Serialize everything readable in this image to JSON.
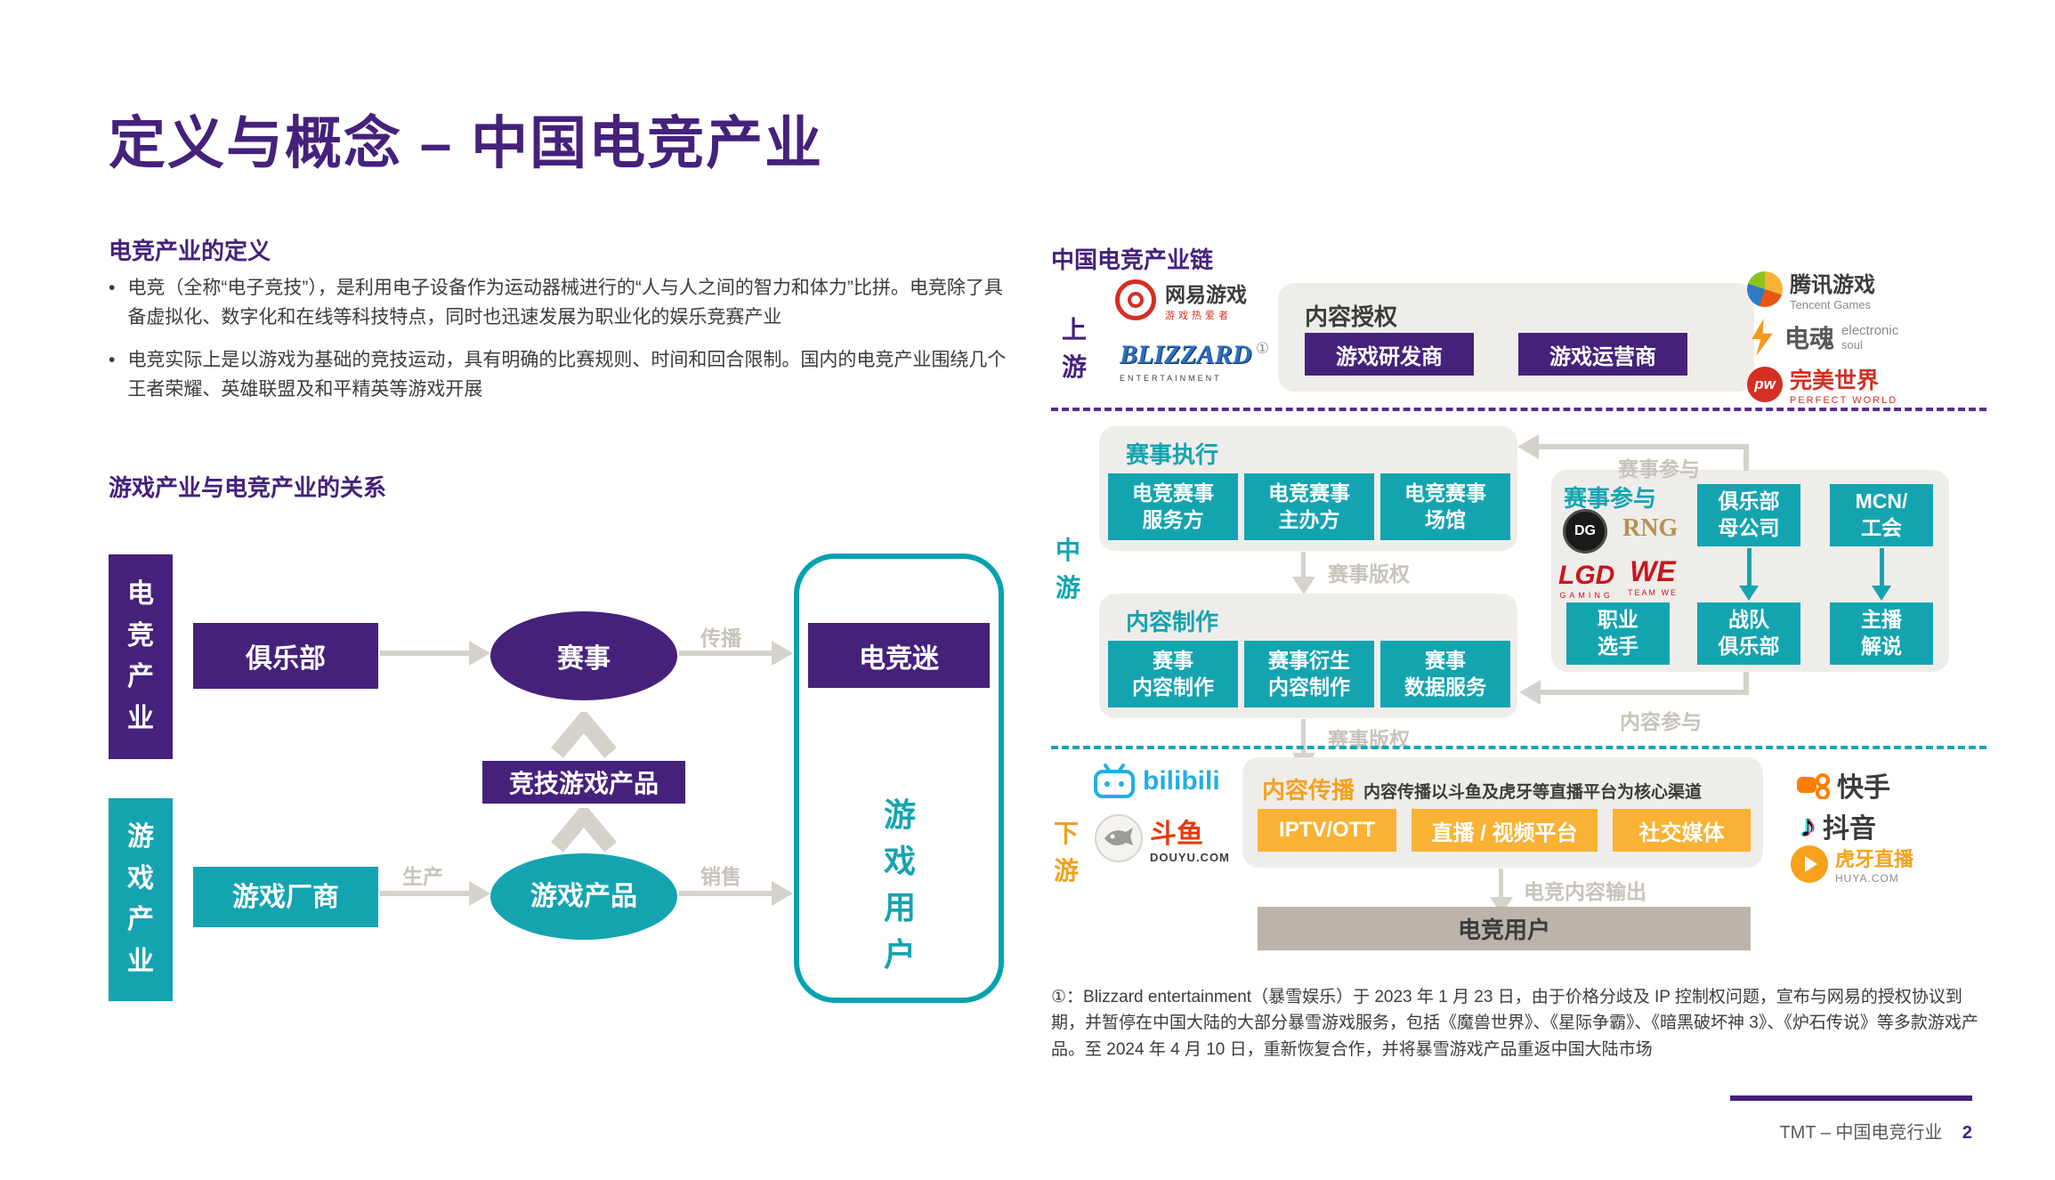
{
  "colors": {
    "purple": "#45217C",
    "teal": "#14A4B0",
    "orange": "#F9B234",
    "gray_panel": "#EFEDEA",
    "arrow_gray": "#D5D1CB",
    "user_box": "#BCB4AB"
  },
  "page": {
    "title": "定义与概念 – 中国电竞产业",
    "footer": {
      "label": "TMT –  中国电竞行业",
      "page_num": "2"
    }
  },
  "definition": {
    "heading": "电竞产业的定义",
    "bullets": [
      "电竞（全称“电子竞技”），是利用电子设备作为运动器械进行的“人与人之间的智力和体力”比拼。电竞除了具备虚拟化、数字化和在线等科技特点，同时也迅速发展为职业化的娱乐竞赛产业",
      "电竞实际上是以游戏为基础的竞技运动，具有明确的比赛规则、时间和回合限制。国内的电竞产业围绕几个王者荣耀、英雄联盟及和平精英等游戏开展"
    ]
  },
  "relation": {
    "heading": "游戏产业与电竞产业的关系",
    "esports_bar": "电竞产业",
    "game_bar": "游戏产业",
    "club": "俱乐部",
    "event": "赛事",
    "fan": "电竞迷",
    "competitive_product": "竞技游戏产品",
    "game_maker": "游戏厂商",
    "game_product": "游戏产品",
    "game_user": "游戏用户",
    "labels": {
      "spread": "传播",
      "produce": "生产",
      "sell": "销售"
    }
  },
  "chain": {
    "heading": "中国电竞产业链",
    "upstream": {
      "label": "上游",
      "netease": {
        "name": "网易游戏",
        "sub": "游戏热爱者"
      },
      "blizzard": {
        "name": "BLIZZARD",
        "sub": "ENTERTAINMENT",
        "note_mark": "①"
      },
      "license": {
        "heading": "内容授权",
        "boxes": [
          "游戏研发商",
          "游戏运营商"
        ]
      },
      "tencent": {
        "name": "腾讯游戏",
        "sub": "Tencent Games"
      },
      "dianhun": {
        "name": "电魂",
        "sub1": "electronic",
        "sub2": "soul"
      },
      "perfect_world": {
        "name": "完美世界",
        "sub": "PERFECT WORLD"
      }
    },
    "midstream": {
      "label": "中游",
      "exec": {
        "heading": "赛事执行",
        "boxes": [
          "电竞赛事\n服务方",
          "电竞赛事\n主办方",
          "电竞赛事\n场馆"
        ]
      },
      "production": {
        "heading": "内容制作",
        "boxes": [
          "赛事\n内容制作",
          "赛事衍生\n内容制作",
          "赛事\n数据服务"
        ]
      },
      "participation": {
        "heading": "赛事参与",
        "logos": {
          "edg": "DG",
          "rng": "RNG",
          "lgd": "LGD",
          "lgd_sub": "GAMING",
          "we": "WE",
          "we_sub": "TEAM WE"
        },
        "boxes": [
          "俱乐部\n母公司",
          "MCN/\n工会",
          "职业\n选手",
          "战队\n俱乐部",
          "主播\n解说"
        ]
      },
      "arrow_labels": {
        "event_rights": "赛事版权",
        "event_join": "赛事参与",
        "content_join": "内容参与"
      }
    },
    "downstream": {
      "label": "下游",
      "spread": {
        "heading": "内容传播",
        "desc": "内容传播以斗鱼及虎牙等直播平台为核心渠道",
        "boxes": [
          "IPTV/OTT",
          "直播 / 视频平台",
          "社交媒体"
        ]
      },
      "arrow_labels": {
        "rights": "赛事版权",
        "output": "电竞内容输出"
      },
      "user_box": "电竞用户",
      "bilibili": "bilibili",
      "douyu": {
        "name": "斗鱼",
        "sub": "DOUYU.COM"
      },
      "kuaishou": "快手",
      "douyin": "抖音",
      "huya": {
        "name": "虎牙直播",
        "sub": "HUYA.COM"
      }
    },
    "footnote": "①：Blizzard entertainment（暴雪娱乐）于 2023 年 1 月 23 日，由于价格分歧及 IP 控制权问题，宣布与网易的授权协议到期，并暂停在中国大陆的大部分暴雪游戏服务，包括《魔兽世界》、《星际争霸》、《暗黑破坏神 3》、《炉石传说》等多款游戏产品。至 2024 年 4 月 10 日，重新恢复合作，并将暴雪游戏产品重返中国大陆市场"
  }
}
